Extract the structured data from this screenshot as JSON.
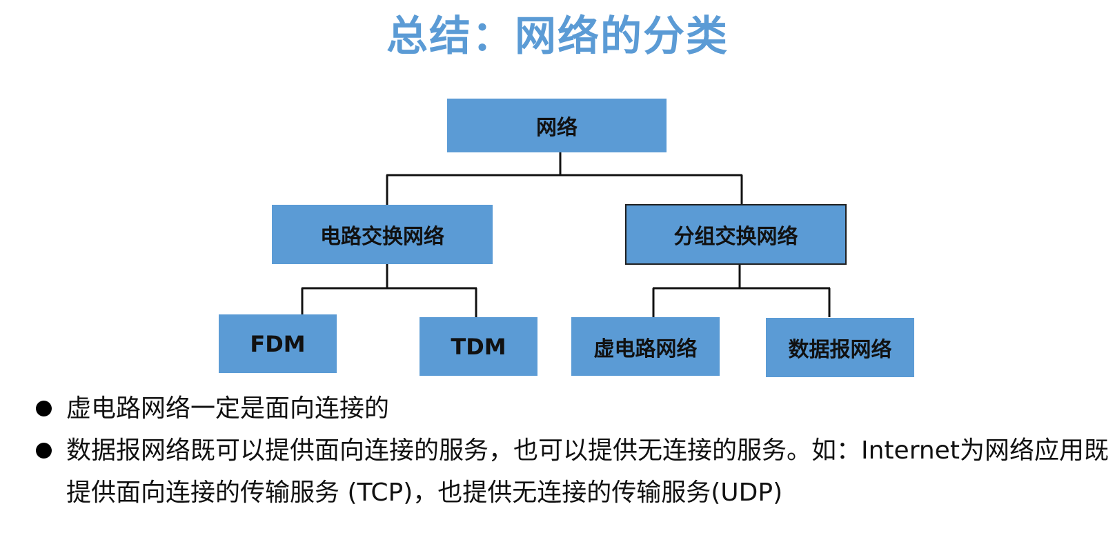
{
  "title": "总结：网络的分类",
  "colors": {
    "title": "#5b9bd5",
    "node_fill": "#5b9bd5",
    "node_border": "#1f1f1f",
    "connector": "#111111",
    "text": "#111111"
  },
  "diagram": {
    "root": "网络",
    "circuit_switching": "电路交换网络",
    "packet_switching": "分组交换网络",
    "fdm": "FDM",
    "tdm": "TDM",
    "virtual_circuit": "虚电路网络",
    "datagram": "数据报网络"
  },
  "bullets": [
    "虚电路网络一定是面向连接的",
    "数据报网络既可以提供面向连接的服务，也可以提供无连接的服务。如：Internet为网络应用既提供面向连接的传输服务 (TCP)，也提供无连接的传输服务(UDP)"
  ]
}
